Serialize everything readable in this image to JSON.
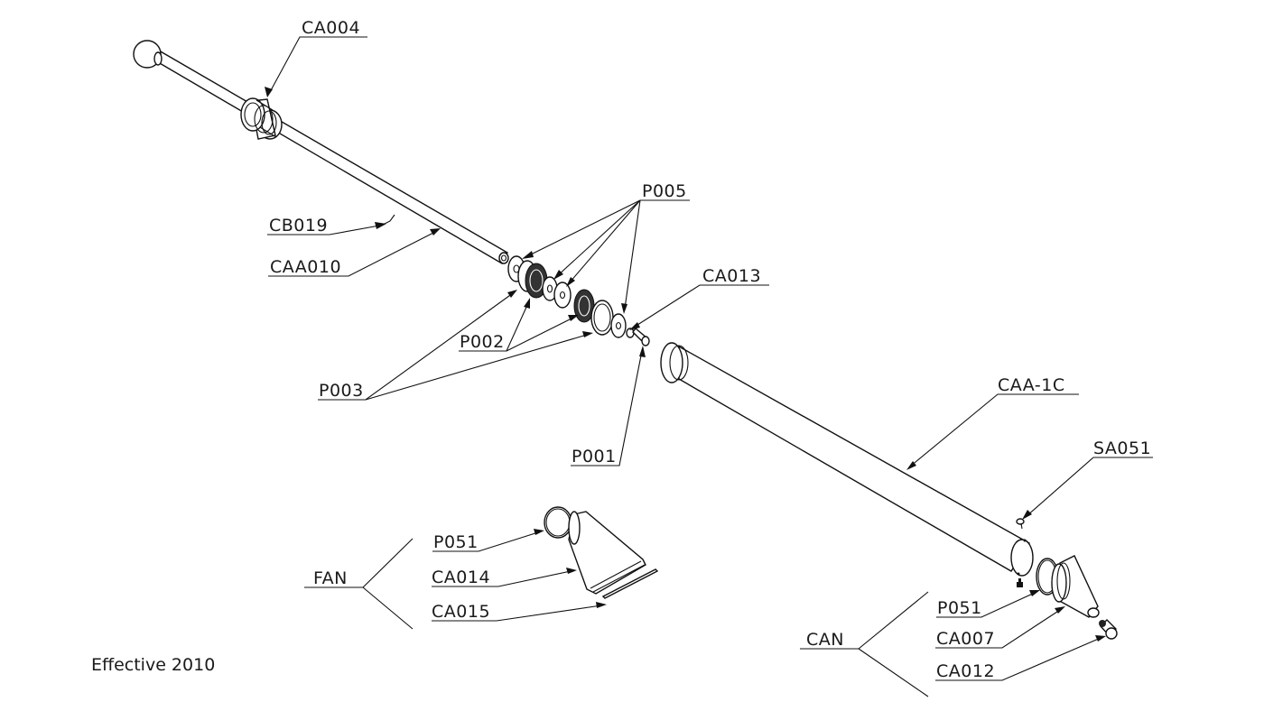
{
  "drawing": {
    "type": "exploded parts diagram",
    "footer_note": "Effective 2010",
    "callouts": {
      "ca004": "CA004",
      "cb019": "CB019",
      "caa010": "CAA010",
      "p005": "P005",
      "ca013": "CA013",
      "p002": "P002",
      "p003": "P003",
      "p001": "P001",
      "caa1c": "CAA-1C",
      "sa051": "SA051",
      "fan_p051": "P051",
      "ca014": "CA014",
      "ca015": "CA015",
      "can_p051": "P051",
      "ca007": "CA007",
      "ca012": "CA012"
    },
    "groups": {
      "fan": "FAN",
      "can": "CAN"
    }
  }
}
